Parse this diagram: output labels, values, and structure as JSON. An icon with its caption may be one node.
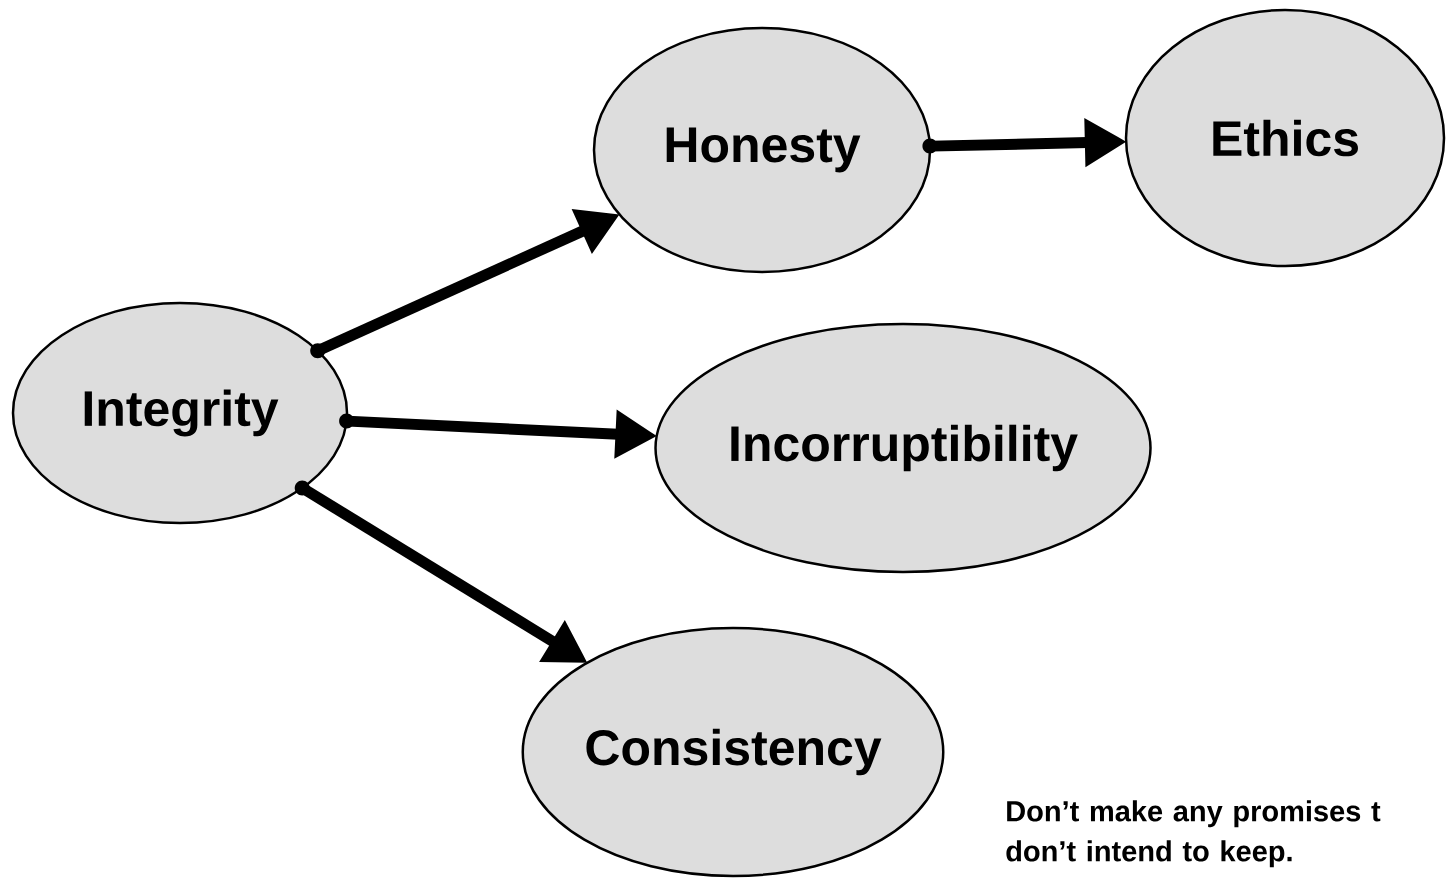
{
  "diagram": {
    "nodes": [
      {
        "text": [
          "Integrity"
        ]
      },
      {
        "text": [
          "Honesty"
        ]
      },
      {
        "text": [
          "Ethics"
        ]
      },
      {
        "text": [
          "Incorruptibility"
        ]
      },
      {
        "text": [
          "Consistency"
        ]
      }
    ],
    "edges": [
      {
        "from": 0,
        "to": 1,
        "arrow": "to"
      },
      {
        "from": 1,
        "to": 2,
        "arrow": "to"
      },
      {
        "from": 0,
        "to": 3,
        "arrow": "to"
      },
      {
        "from": 0,
        "to": 4,
        "arrow": "to"
      }
    ],
    "labels": [
      "Don’t make any promises t don’t intend to keep."
    ]
  }
}
